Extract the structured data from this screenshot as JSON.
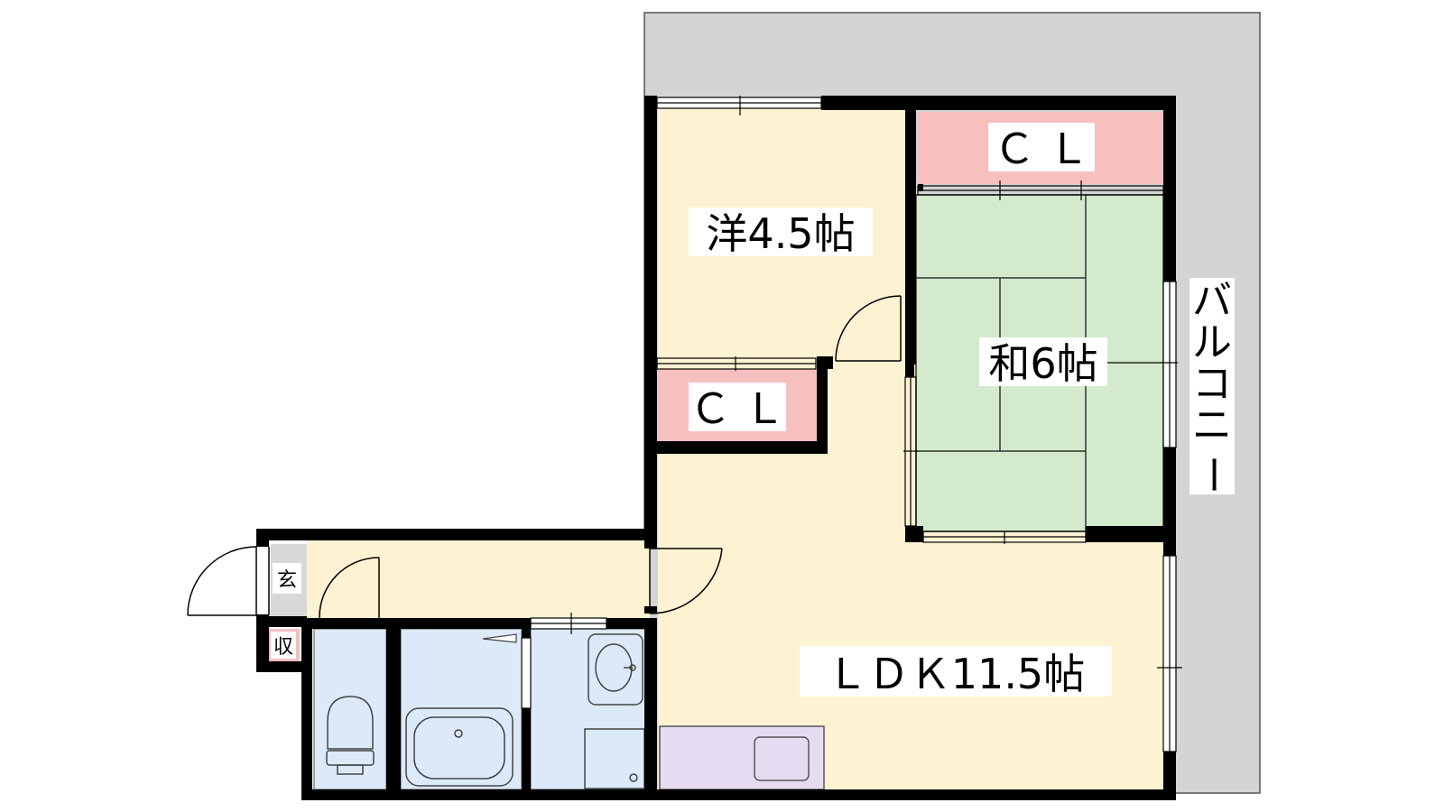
{
  "rooms": {
    "western": "洋4.5帖",
    "japanese": "和6帖",
    "ldk": "ＬＤＫ11.5帖",
    "closet_top": "ＣＬ",
    "closet_mid": "ＣＬ",
    "entrance": "玄",
    "storage": "収",
    "balcony": [
      "バ",
      "ル",
      "コ",
      "ニ",
      "ー"
    ]
  },
  "colors": {
    "wall": "#000000",
    "room_beige": "#fdf2d2",
    "tatami_green": "#d3ebcc",
    "closet_pink": "#f8bfbf",
    "wet_blue": "#dce9f9",
    "kitchen_purple": "#e6dcf2",
    "balcony_gray": "#d4d4d4",
    "entrance_gray": "#d8d8d8"
  }
}
